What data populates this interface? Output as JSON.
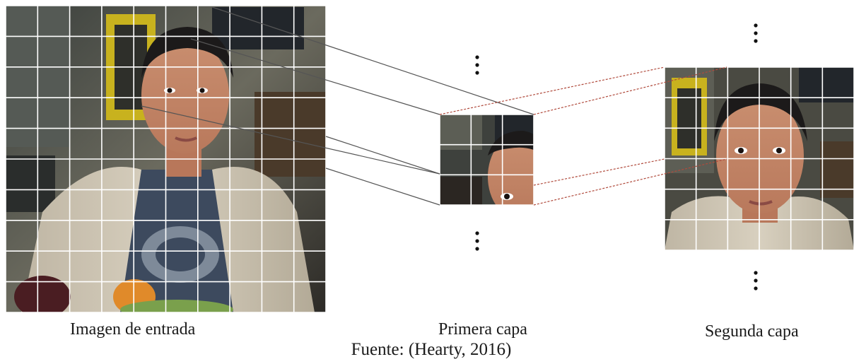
{
  "captions": {
    "input_image": "Imagen de entrada",
    "first_layer": "Primera capa",
    "second_layer": "Segunda capa",
    "source": "Fuente: (Hearty, 2016)"
  },
  "colors": {
    "grid_line": "#ffffff",
    "connector_input_to_first": "#555555",
    "connector_first_to_second": "#b04a3c",
    "ellipsis_dots": "#111111"
  },
  "icons": {
    "ellipsis": "vertical-ellipsis-icon"
  }
}
